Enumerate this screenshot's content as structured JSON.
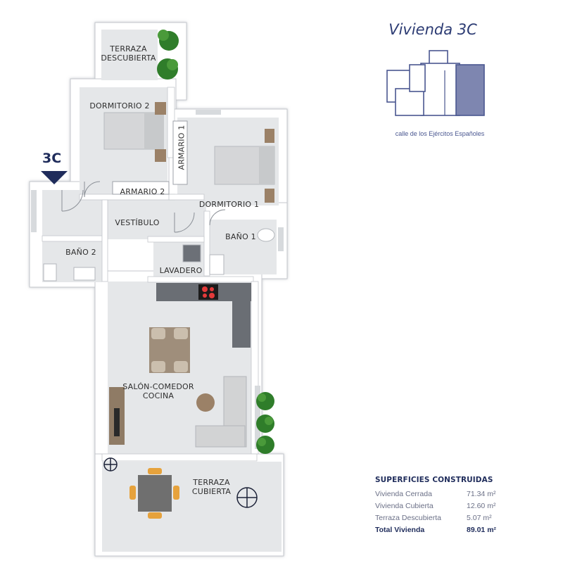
{
  "unit": {
    "title": "Vivienda 3C",
    "marker_label": "3C",
    "street": "calle de los Ejércitos Españoles"
  },
  "rooms": {
    "terraza_descubierta": "TERRAZA\nDESCUBIERTA",
    "dormitorio_2": "DORMITORIO 2",
    "armario_1": "ARMARIO 1",
    "armario_2": "ARMARIO 2",
    "dormitorio_1": "DORMITORIO 1",
    "vestibulo": "VESTÍBULO",
    "bano_1": "BAÑO 1",
    "bano_2": "BAÑO 2",
    "lavadero": "LAVADERO",
    "salon_comedor_cocina": "SALÓN-COMEDOR\nCOCINA",
    "terraza_cubierta": "TERRAZA\nCUBIERTA"
  },
  "surfaces": {
    "title": "SUPERFICIES CONSTRUIDAS",
    "rows": [
      {
        "label": "Vivienda Cerrada",
        "value": "71.34 m²"
      },
      {
        "label": "Vivienda Cubierta",
        "value": "12.60 m²"
      },
      {
        "label": "Terraza Descubierta",
        "value": "5.07 m²"
      }
    ],
    "total": {
      "label": "Total Vivienda",
      "value": "89.01 m²"
    }
  },
  "colors": {
    "walls": "#ffffff",
    "wall_outline": "#b9bcc2",
    "floor": "#e6e8ea",
    "key_plan_highlight": "#7e86b0",
    "brand": "#1f2c5b"
  }
}
